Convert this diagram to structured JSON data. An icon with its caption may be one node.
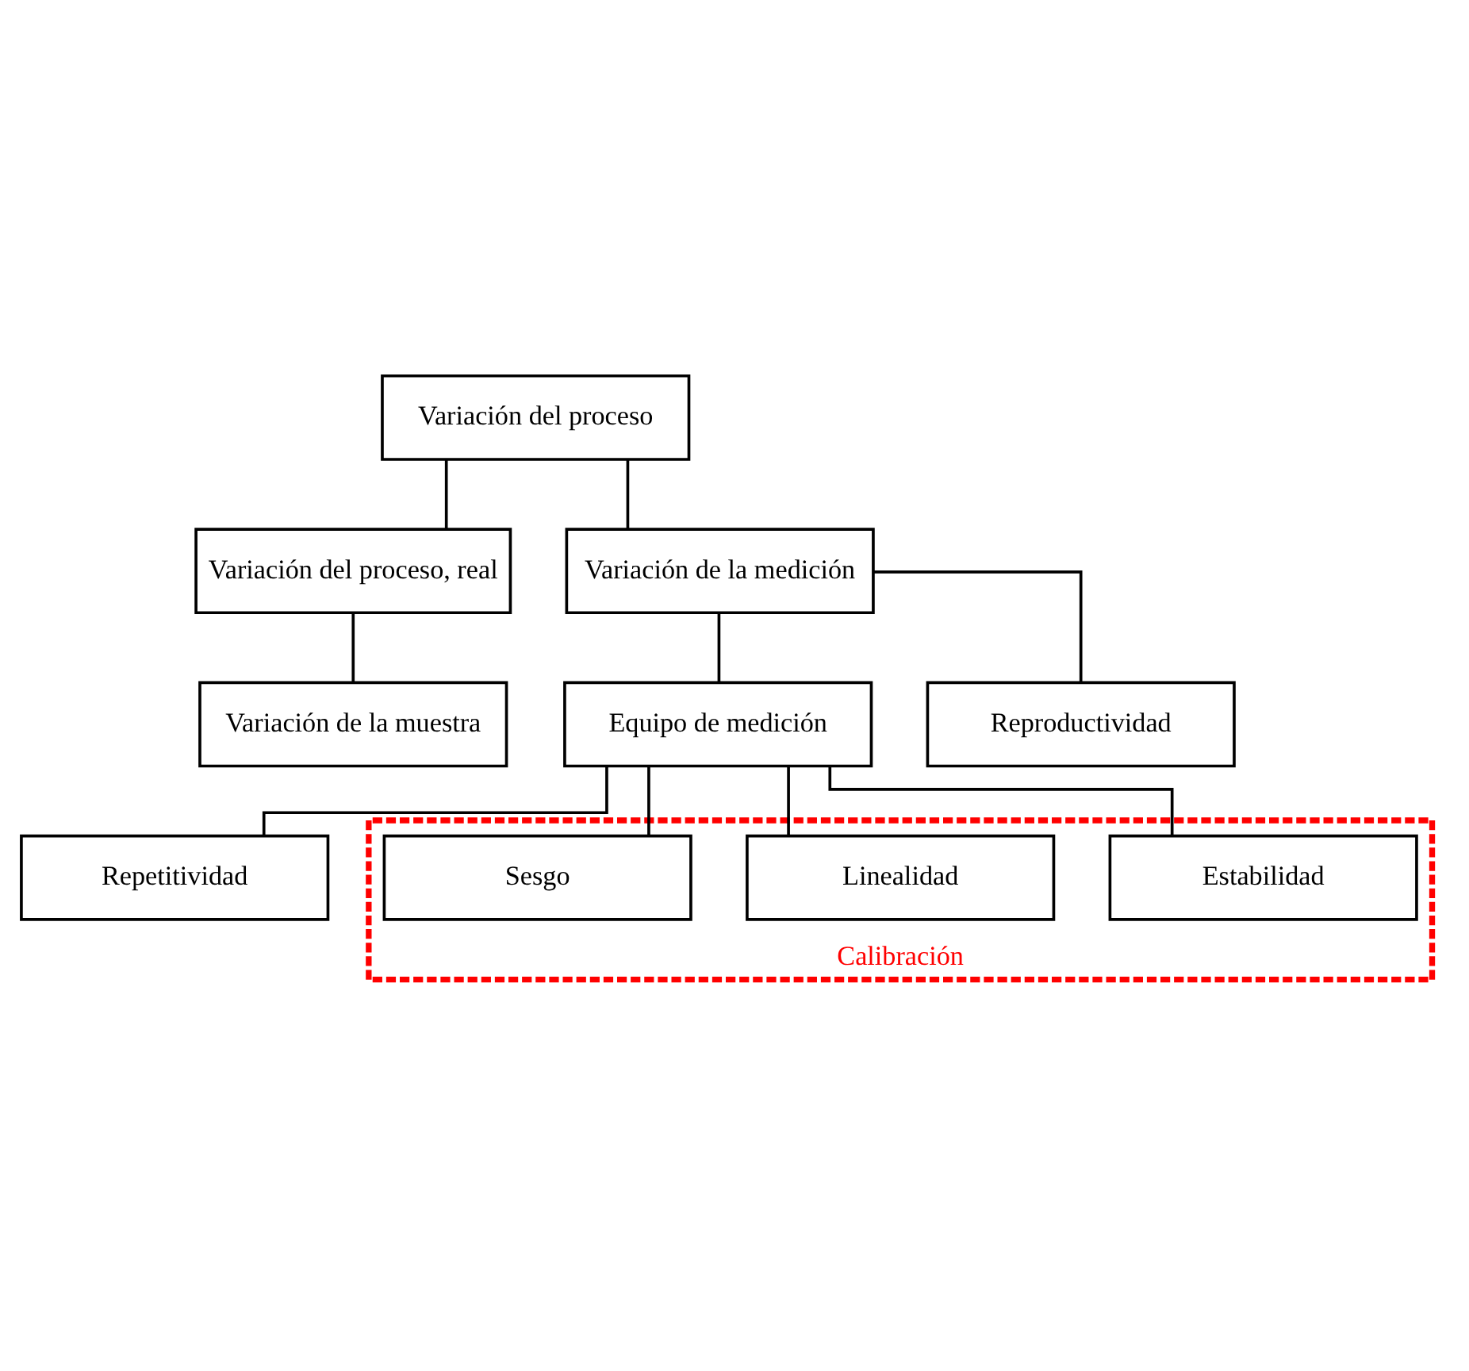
{
  "diagram": {
    "nodes": [
      {
        "text": [
          "Variación del proceso"
        ]
      },
      {
        "text": [
          "Variación del proceso, real"
        ]
      },
      {
        "text": [
          "Variación de la medición"
        ]
      },
      {
        "text": [
          "Variación de la muestra"
        ]
      },
      {
        "text": [
          "Equipo de medición"
        ]
      },
      {
        "text": [
          "Reproductividad"
        ]
      },
      {
        "text": [
          "Repetitividad"
        ]
      },
      {
        "text": [
          "Calibración"
        ]
      },
      {
        "text": [
          "Estabilidad"
        ],
        "in": 7
      },
      {
        "text": [
          "Linealidad"
        ],
        "in": 7
      },
      {
        "text": [
          "Sesgo"
        ],
        "in": 7
      }
    ],
    "edges": [
      {
        "from": 0,
        "to": 1,
        "arrow": "none"
      },
      {
        "from": 0,
        "to": 2,
        "arrow": "none"
      },
      {
        "from": 1,
        "to": 3,
        "arrow": "none"
      },
      {
        "from": 2,
        "to": 4,
        "arrow": "none"
      },
      {
        "from": 2,
        "to": 5,
        "arrow": "none"
      },
      {
        "from": 4,
        "to": 6,
        "arrow": "none"
      },
      {
        "from": 4,
        "to": 8,
        "arrow": "none"
      },
      {
        "from": 4,
        "to": 9,
        "arrow": "none"
      },
      {
        "from": 4,
        "to": 10,
        "arrow": "none"
      }
    ]
  }
}
